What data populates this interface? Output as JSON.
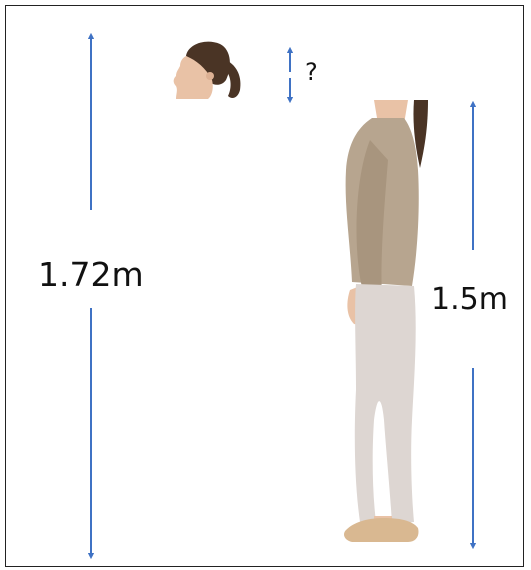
{
  "labels": {
    "full_height": "1.72m",
    "body_height": "1.5m",
    "head_unknown": "?"
  },
  "colors": {
    "arrow": "#3f72c4",
    "sweater": "#b7a58f",
    "jeans": "#ddd6d2",
    "hair": "#4a3425",
    "skin": "#e9c2a6",
    "shoes": "#d9b891"
  },
  "icons": {
    "arrow_head": "triangle-arrowhead"
  }
}
